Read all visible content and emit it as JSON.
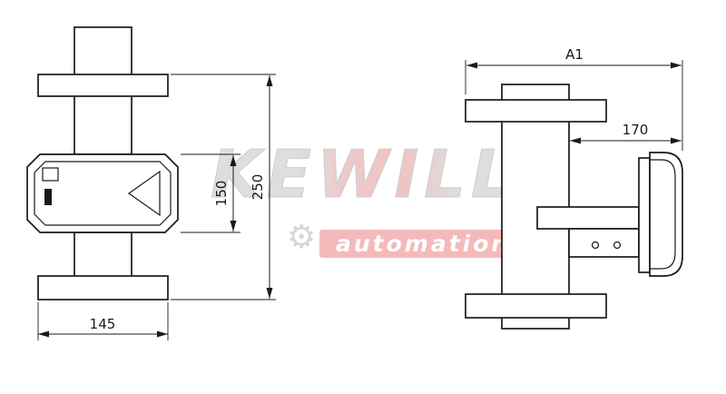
{
  "watermark": {
    "brand": "KEWILL",
    "subtitle": "automation",
    "gear_icon": "⚙",
    "brand_gray": "#dedede",
    "brand_pink": "#f0c3c3",
    "subtitle_bg": "#f4baba",
    "subtitle_text_color": "#ffffff"
  },
  "front_view": {
    "dims": {
      "flange_width": "145",
      "body_height": "150",
      "overall_height": "250"
    }
  },
  "side_view": {
    "dims": {
      "overall_width": "A1",
      "housing_depth": "170"
    }
  },
  "line_color": "#1a1a1a"
}
